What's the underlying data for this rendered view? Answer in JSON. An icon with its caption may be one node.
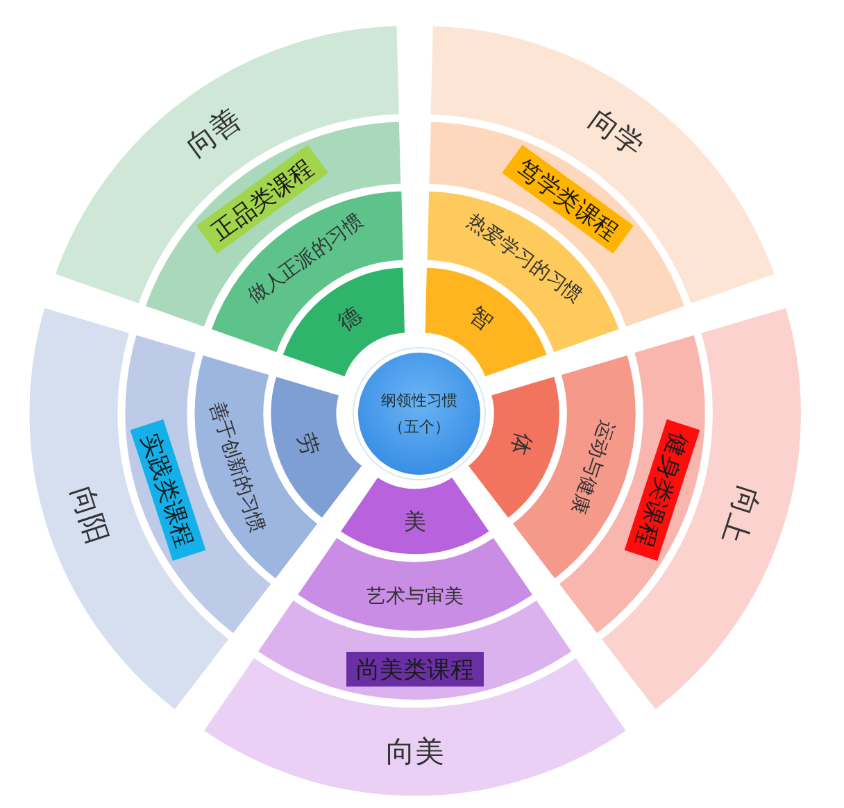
{
  "diagram": {
    "nodes": [
      {
        "text": [
          "纲领性习惯",
          "（五个）"
        ]
      },
      {
        "text": [
          "德"
        ]
      },
      {
        "text": [
          "做人正派的习惯"
        ]
      },
      {
        "text": [
          "正品类课程"
        ]
      },
      {
        "text": [
          "向善"
        ]
      },
      {
        "text": [
          "智"
        ]
      },
      {
        "text": [
          "热爱学习的习惯"
        ]
      },
      {
        "text": [
          "笃学类课程"
        ]
      },
      {
        "text": [
          "向学"
        ]
      },
      {
        "text": [
          "劳"
        ]
      },
      {
        "text": [
          "善于创新的习惯"
        ]
      },
      {
        "text": [
          "实践类课程"
        ]
      },
      {
        "text": [
          "向阳"
        ]
      },
      {
        "text": [
          "体"
        ]
      },
      {
        "text": [
          "运动与健康"
        ]
      },
      {
        "text": [
          "健身类课程"
        ]
      },
      {
        "text": [
          "向上"
        ]
      },
      {
        "text": [
          "美"
        ]
      },
      {
        "text": [
          "艺术与审美"
        ]
      },
      {
        "text": [
          "尚美类课程"
        ]
      },
      {
        "text": [
          "向美"
        ]
      }
    ]
  }
}
